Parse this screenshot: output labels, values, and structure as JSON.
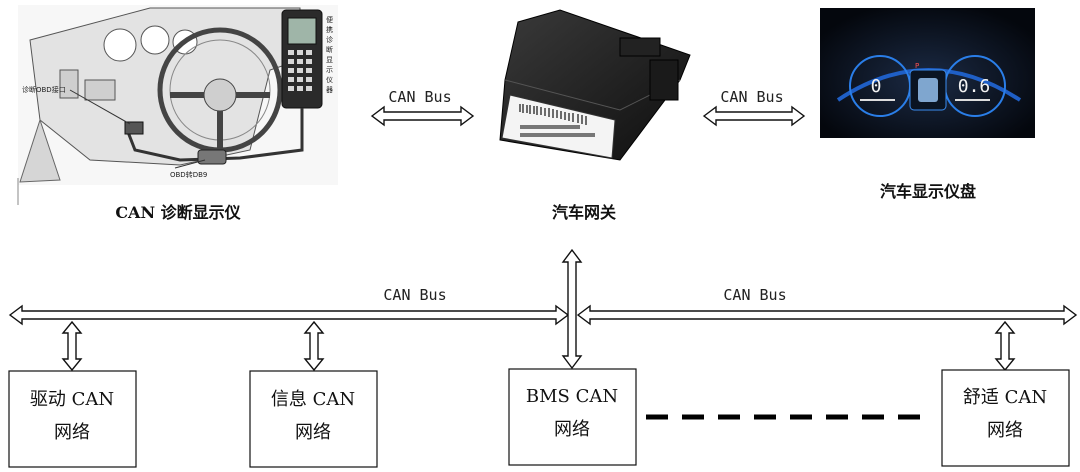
{
  "devices": {
    "diag_tool": {
      "caption": "CAN 诊断显示仪",
      "callout_obd": "诊断OBD接口",
      "callout_cable": "OBD转DB9",
      "callout_device": "便携诊断显示仪器"
    },
    "gateway": {
      "caption": "汽车网关"
    },
    "dashboard": {
      "caption": "汽车显示仪盘",
      "left_digit": "0",
      "right_digit": "0.6",
      "gear": "P"
    }
  },
  "bus": {
    "top_left_label": "CAN  Bus",
    "top_right_label": "CAN  Bus",
    "main_left_label": "CAN  Bus",
    "main_right_label": "CAN  Bus"
  },
  "networks": [
    {
      "line1": "驱动 CAN",
      "line2": "网络"
    },
    {
      "line1": "信息 CAN",
      "line2": "网络"
    },
    {
      "line1": "BMS CAN",
      "line2": "网络"
    },
    {
      "line1": "舒适 CAN",
      "line2": "网络"
    }
  ]
}
